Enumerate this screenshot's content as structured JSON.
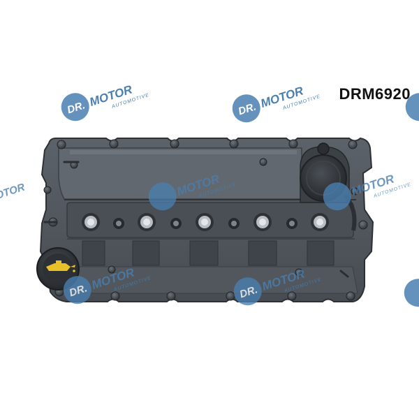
{
  "product": {
    "part_number": "DRM6920",
    "description_visual": "engine valve cover with oil filler cap and breather"
  },
  "watermark": {
    "brand": "DR.MOTOR",
    "brand_left": "DR.",
    "brand_right": "MOTOR",
    "sub": "AUTOMOTIVE",
    "color": "#4a7fb0"
  },
  "colors": {
    "cover": "#545a61",
    "cover_dark": "#33383d",
    "cover_light": "#6b7178",
    "cap": "#2b2f33",
    "oil_symbol": "#e8c02a"
  }
}
